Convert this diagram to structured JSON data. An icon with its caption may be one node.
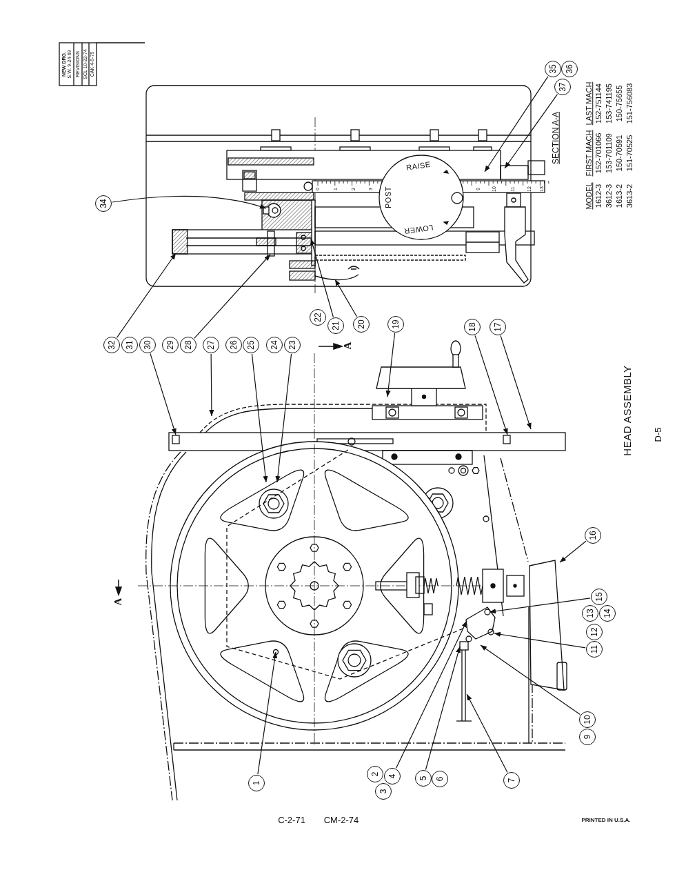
{
  "diagram": {
    "title": "HEAD ASSEMBLY",
    "nodes": [
      {
        "text": [
          "1"
        ]
      },
      {
        "text": [
          "2"
        ]
      },
      {
        "text": [
          "3"
        ]
      },
      {
        "text": [
          "4"
        ]
      },
      {
        "text": [
          "5"
        ]
      },
      {
        "text": [
          "6"
        ]
      },
      {
        "text": [
          "7"
        ]
      },
      {
        "text": [
          "9"
        ]
      },
      {
        "text": [
          "10"
        ]
      },
      {
        "text": [
          "11"
        ]
      },
      {
        "text": [
          "12"
        ]
      },
      {
        "text": [
          "13"
        ]
      },
      {
        "text": [
          "14"
        ]
      },
      {
        "text": [
          "15"
        ]
      },
      {
        "text": [
          "16"
        ]
      },
      {
        "text": [
          "17"
        ]
      },
      {
        "text": [
          "18"
        ]
      },
      {
        "text": [
          "19"
        ]
      },
      {
        "text": [
          "20"
        ]
      },
      {
        "text": [
          "21"
        ]
      },
      {
        "text": [
          "22"
        ]
      },
      {
        "text": [
          "23"
        ]
      },
      {
        "text": [
          "24"
        ]
      },
      {
        "text": [
          "25"
        ]
      },
      {
        "text": [
          "26"
        ]
      },
      {
        "text": [
          "27"
        ]
      },
      {
        "text": [
          "28"
        ]
      },
      {
        "text": [
          "29"
        ]
      },
      {
        "text": [
          "30"
        ]
      },
      {
        "text": [
          "31"
        ]
      },
      {
        "text": [
          "32"
        ]
      },
      {
        "text": [
          "34"
        ]
      },
      {
        "text": [
          "35"
        ]
      },
      {
        "text": [
          "36"
        ]
      },
      {
        "text": [
          "37"
        ]
      }
    ],
    "edges": [
      {
        "from": 0,
        "to": null,
        "arrow": "to"
      },
      {
        "from": 3,
        "to": null,
        "arrow": "to"
      },
      {
        "from": 4,
        "to": null,
        "arrow": "to"
      },
      {
        "from": 6,
        "to": null,
        "arrow": "to"
      },
      {
        "from": 8,
        "to": null,
        "arrow": "to"
      },
      {
        "from": 9,
        "to": null,
        "arrow": "to"
      },
      {
        "from": 13,
        "to": null,
        "arrow": "to"
      },
      {
        "from": 14,
        "to": null,
        "arrow": "to"
      },
      {
        "from": 15,
        "to": null,
        "arrow": "to"
      },
      {
        "from": 16,
        "to": null,
        "arrow": "to"
      },
      {
        "from": 17,
        "to": null,
        "arrow": "to"
      },
      {
        "from": 18,
        "to": null,
        "arrow": "to"
      },
      {
        "from": 19,
        "to": null,
        "arrow": "to"
      },
      {
        "from": 21,
        "to": null,
        "arrow": "to"
      },
      {
        "from": 23,
        "to": null,
        "arrow": "to"
      },
      {
        "from": 25,
        "to": null,
        "arrow": "to"
      },
      {
        "from": 26,
        "to": null,
        "arrow": "to"
      },
      {
        "from": 28,
        "to": null,
        "arrow": "to"
      },
      {
        "from": 30,
        "to": null,
        "arrow": "to"
      },
      {
        "from": 31,
        "to": null,
        "arrow": "to"
      },
      {
        "from": 32,
        "to": null,
        "arrow": "to"
      },
      {
        "from": 34,
        "to": null,
        "arrow": "to"
      }
    ],
    "labels": [
      "NEW DRG.",
      "S.W. 9-24-69",
      "REVISIONS",
      "SCL 10-22-74",
      "CAK 4-9-79",
      "POST",
      "RAISE",
      "LOWER",
      "0",
      "1",
      "2",
      "3",
      "9",
      "10",
      "11",
      "12",
      "13",
      "SECTION A-A",
      "A",
      "A",
      "MODEL",
      "FIRST MACH",
      "LAST MACH",
      "1612-3",
      "152-701066",
      "152-751144",
      "3612-3",
      "153-701109",
      "153-741195",
      "1613-2",
      "150-70591",
      "150-75655",
      "3613-2",
      "151-70525",
      "151-756083",
      "D-5",
      "C-2-71",
      "CM-2-74",
      "PRINTED IN U.S.A."
    ]
  }
}
